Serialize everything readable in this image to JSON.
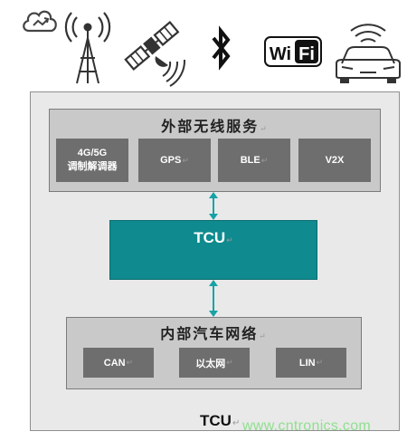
{
  "external": {
    "title": "外部无线服务",
    "modules": [
      {
        "line1": "4G/5G",
        "line2": "调制解调器"
      },
      {
        "label": "GPS"
      },
      {
        "label": "BLE"
      },
      {
        "label": "V2X"
      }
    ]
  },
  "tcu": {
    "label": "TCU"
  },
  "internal": {
    "title": "内部汽车网络",
    "modules": [
      {
        "label": "CAN"
      },
      {
        "label": "以太网"
      },
      {
        "label": "LIN"
      }
    ]
  },
  "footer": {
    "label": "TCU"
  },
  "paragraph_mark": "↵",
  "icons": [
    "cloud-icon",
    "cell-tower-icon",
    "satellite-icon",
    "bluetooth-icon",
    "wifi-icon",
    "car-icon"
  ],
  "watermark": "www.cntronics.com",
  "colors": {
    "tcu_fill": "#0f8a8e",
    "module_fill": "#6e6e6e",
    "group_fill": "#c9c9c9",
    "frame_fill": "#e9e9e9",
    "arrow": "#16a2a6",
    "watermark": "#8fe08f"
  }
}
